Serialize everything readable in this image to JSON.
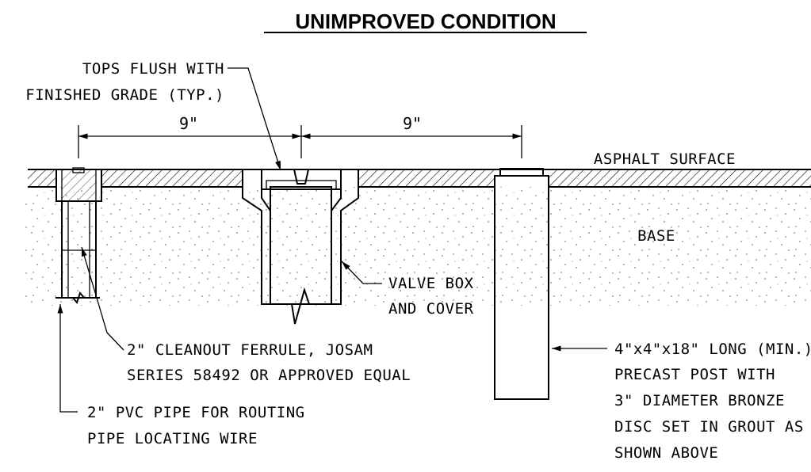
{
  "title": "UNIMPROVED CONDITION",
  "dimensions": {
    "left": "9\"",
    "right": "9\""
  },
  "labels": {
    "tops_flush_1": "TOPS FLUSH WITH",
    "tops_flush_2": "FINISHED GRADE (TYP.)",
    "asphalt": "ASPHALT SURFACE",
    "base": "BASE",
    "valve_box_1": "VALVE BOX",
    "valve_box_2": "AND COVER",
    "ferrule_1": "2\" CLEANOUT FERRULE, JOSAM",
    "ferrule_2": "SERIES 58492 OR APPROVED EQUAL",
    "pvc_1": "2\" PVC PIPE FOR ROUTING",
    "pvc_2": "PIPE LOCATING WIRE",
    "post_1": "4\"x4\"x18\" LONG (MIN.)",
    "post_2": "PRECAST POST WITH",
    "post_3": "3\" DIAMETER BRONZE",
    "post_4": "DISC SET IN GROUT AS",
    "post_5": "SHOWN ABOVE"
  }
}
